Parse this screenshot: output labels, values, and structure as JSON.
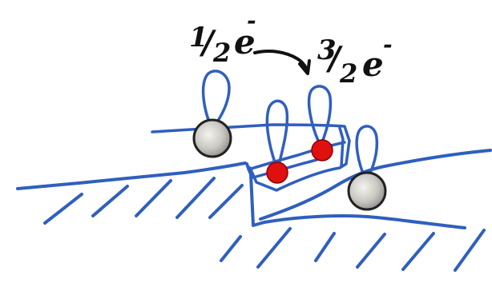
{
  "labels": {
    "left": {
      "numerator": "1",
      "slash": "/",
      "denominator": "2",
      "symbol": "e",
      "superscript": "-"
    },
    "right": {
      "numerator": "3",
      "slash": "/",
      "denominator": "2",
      "symbol": "e",
      "superscript": "-"
    }
  },
  "colors": {
    "ink_blue": "#2f5fbf",
    "dark_ink": "#111111",
    "gray_atom": "#c9c7c1",
    "red_atom": "#e01010"
  }
}
